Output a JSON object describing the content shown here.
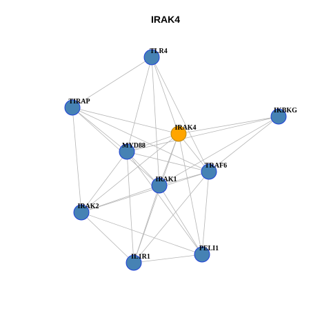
{
  "title": "IRAK4",
  "colors": {
    "node_fill": "#4682B4",
    "node_stroke": "#1E3FD8",
    "focus_fill": "#FFA500",
    "focus_stroke": "#B8860B",
    "edge": "#B4B4B4"
  },
  "nodes": [
    {
      "id": "TLR4",
      "label": "TLR4",
      "focus": false
    },
    {
      "id": "TIRAP",
      "label": "TIRAP",
      "focus": false
    },
    {
      "id": "IKBKG",
      "label": "IKBKG",
      "focus": false
    },
    {
      "id": "IRAK4",
      "label": "IRAK4",
      "focus": true
    },
    {
      "id": "MYD88",
      "label": "MYD88",
      "focus": false
    },
    {
      "id": "TRAF6",
      "label": "TRAF6",
      "focus": false
    },
    {
      "id": "IRAK1",
      "label": "IRAK1",
      "focus": false
    },
    {
      "id": "IRAK2",
      "label": "IRAK2",
      "focus": false
    },
    {
      "id": "PELI1",
      "label": "PELI1",
      "focus": false
    },
    {
      "id": "IL1R1",
      "label": "IL1R1",
      "focus": false
    }
  ],
  "edges": [
    [
      "TLR4",
      "TIRAP"
    ],
    [
      "TLR4",
      "IRAK4"
    ],
    [
      "TLR4",
      "MYD88"
    ],
    [
      "TLR4",
      "IRAK1"
    ],
    [
      "TLR4",
      "TRAF6"
    ],
    [
      "TIRAP",
      "IRAK4"
    ],
    [
      "TIRAP",
      "MYD88"
    ],
    [
      "TIRAP",
      "IRAK1"
    ],
    [
      "TIRAP",
      "TRAF6"
    ],
    [
      "TIRAP",
      "IRAK2"
    ],
    [
      "IKBKG",
      "IRAK4"
    ],
    [
      "IKBKG",
      "MYD88"
    ],
    [
      "IKBKG",
      "IRAK1"
    ],
    [
      "IKBKG",
      "TRAF6"
    ],
    [
      "IRAK4",
      "MYD88"
    ],
    [
      "IRAK4",
      "IRAK1"
    ],
    [
      "IRAK4",
      "TRAF6"
    ],
    [
      "IRAK4",
      "IRAK2"
    ],
    [
      "IRAK4",
      "PELI1"
    ],
    [
      "IRAK4",
      "IL1R1"
    ],
    [
      "MYD88",
      "IRAK1"
    ],
    [
      "MYD88",
      "TRAF6"
    ],
    [
      "MYD88",
      "IRAK2"
    ],
    [
      "MYD88",
      "IL1R1"
    ],
    [
      "MYD88",
      "PELI1"
    ],
    [
      "TRAF6",
      "IRAK1"
    ],
    [
      "TRAF6",
      "IRAK2"
    ],
    [
      "TRAF6",
      "PELI1"
    ],
    [
      "TRAF6",
      "IL1R1"
    ],
    [
      "IRAK1",
      "IRAK2"
    ],
    [
      "IRAK1",
      "IL1R1"
    ],
    [
      "IRAK1",
      "PELI1"
    ],
    [
      "IRAK2",
      "PELI1"
    ],
    [
      "IRAK2",
      "IL1R1"
    ],
    [
      "IL1R1",
      "PELI1"
    ]
  ]
}
